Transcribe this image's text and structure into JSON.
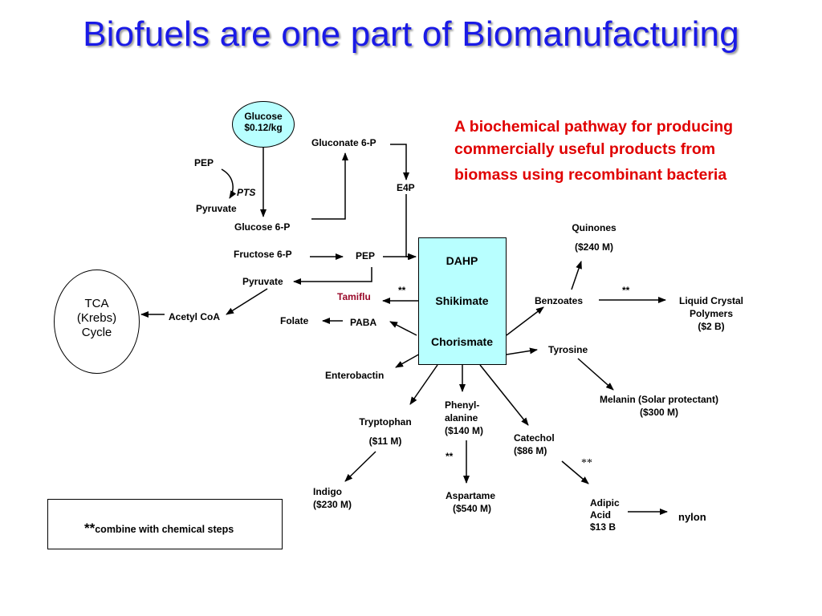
{
  "title": "Biofuels are one part of Biomanufacturing",
  "description": {
    "line1": "A biochemical pathway for producing",
    "line2": "commercially useful products from",
    "line3": "biomass using recombinant bacteria"
  },
  "nodes": {
    "glucose": {
      "name": "Glucose",
      "price": "$0.12/kg"
    },
    "pep_top": "PEP",
    "pts": "PTS",
    "pyruvate_top": "Pyruvate",
    "glucose6p": "Glucose 6-P",
    "gluconate6p": "Gluconate 6-P",
    "e4p": "E4P",
    "fructose6p": "Fructose 6-P",
    "pep_mid": "PEP",
    "pyruvate_mid": "Pyruvate",
    "acetylcoa": "Acetyl CoA",
    "tca": {
      "line1": "TCA",
      "line2": "(Krebs)",
      "line3": "Cycle"
    },
    "dahp": "DAHP",
    "shikimate": "Shikimate",
    "chorismate": "Chorismate",
    "tamiflu": "Tamiflu",
    "star_tamiflu": "**",
    "folate": "Folate",
    "paba": "PABA",
    "enterobactin": "Enterobactin",
    "quinones": {
      "name": "Quinones",
      "value": "($240 M)"
    },
    "benzoates": "Benzoates",
    "star_lcp": "**",
    "lcp": {
      "line1": "Liquid Crystal",
      "line2": "Polymers",
      "line3": "($2 B)"
    },
    "tyrosine": "Tyrosine",
    "melanin": {
      "line1": "Melanin (Solar protectant)",
      "line2": "($300 M)"
    },
    "tryptophan": {
      "name": "Tryptophan",
      "value": "($11 M)"
    },
    "phenylalanine": {
      "line1": "Phenyl-",
      "line2": "alanine",
      "line3": "($140 M)"
    },
    "star_aspartame": "**",
    "catechol": {
      "line1": "Catechol",
      "line2": "($86 M)"
    },
    "star_adipic": "**",
    "indigo": {
      "line1": "Indigo",
      "line2": "($230 M)"
    },
    "aspartame": {
      "line1": "Aspartame",
      "line2": "($540 M)"
    },
    "adipic": {
      "line1": "Adipic",
      "line2": "Acid",
      "line3": "$13 B"
    },
    "nylon": "nylon"
  },
  "note": {
    "stars": "**",
    "text": "combine with chemical steps"
  }
}
